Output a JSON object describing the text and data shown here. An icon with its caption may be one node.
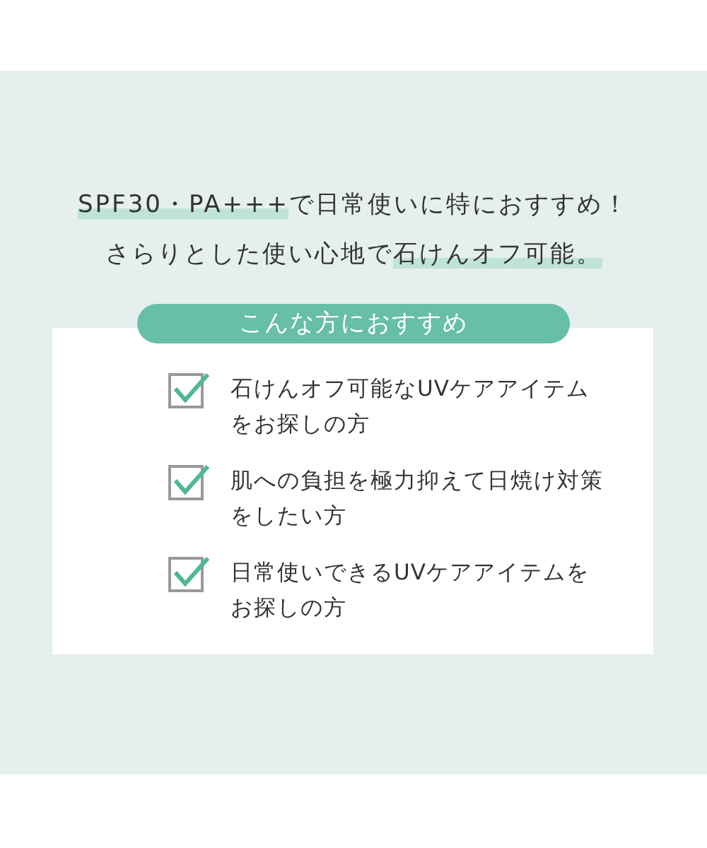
{
  "diagram": {
    "labels": [
      "SPF30・PA+++",
      "で日常使いに特におすすめ！",
      "さらりとした使い心地で",
      "石けんオフ可能。",
      "こんな方におすすめ",
      "石けんオフ可能なUVケアアイテムをお探しの方",
      "肌への負担を極力抑えて日焼け対策をしたい方",
      "日常使いできるUVケアアイテムをお探しの方"
    ]
  }
}
